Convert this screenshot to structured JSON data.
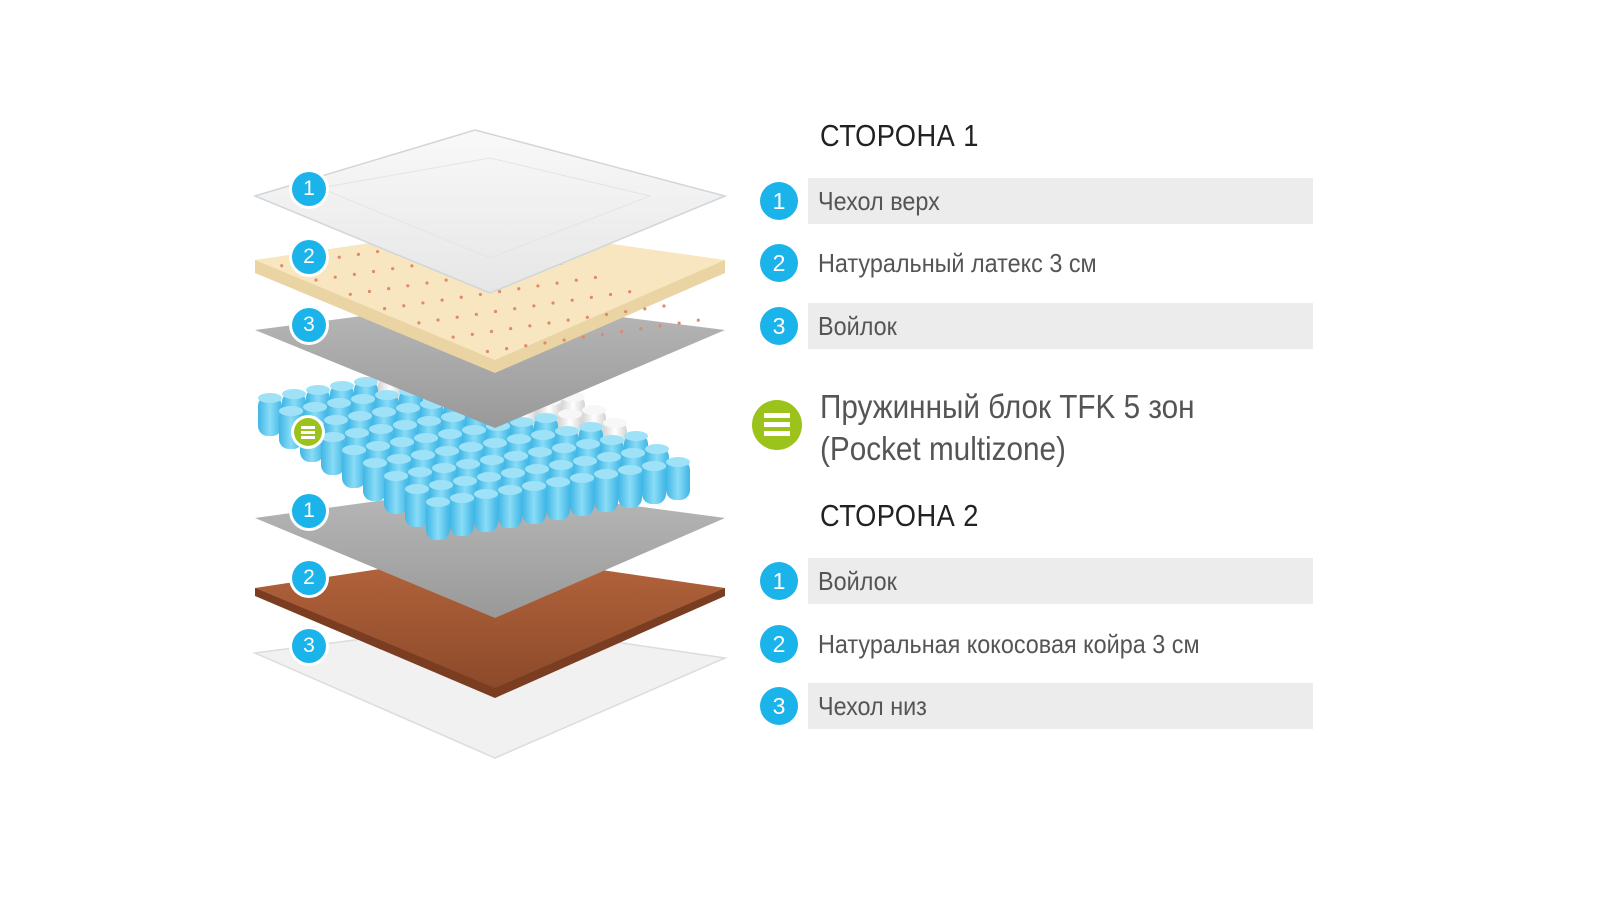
{
  "side1": {
    "heading": "СТОРОНА 1",
    "items": [
      {
        "number": "1",
        "label": "Чехол верх"
      },
      {
        "number": "2",
        "label": "Натуральный латекс 3 см"
      },
      {
        "number": "3",
        "label": "Войлок"
      }
    ]
  },
  "spring_block": {
    "icon": "menu-lines-icon",
    "label": "Пружинный блок TFK 5 зон (Pocket multizone)"
  },
  "side2": {
    "heading": "СТОРОНА 2",
    "items": [
      {
        "number": "1",
        "label": "Войлок"
      },
      {
        "number": "2",
        "label": "Натуральная кокосовая койра 3 см"
      },
      {
        "number": "3",
        "label": "Чехол низ"
      }
    ]
  },
  "illustration_badges": {
    "top": [
      "1",
      "2",
      "3"
    ],
    "bottom": [
      "1",
      "2",
      "3"
    ]
  },
  "colors": {
    "badge_blue": "#1ab3ea",
    "badge_green": "#9bc31c",
    "row_background": "#ececec",
    "spring_blue": "#5bc8ee",
    "spring_white": "#eeeeee",
    "felt_grey": "#a9a9a9",
    "latex_cream": "#f7e6bf",
    "coir_brown": "#a65a35"
  }
}
